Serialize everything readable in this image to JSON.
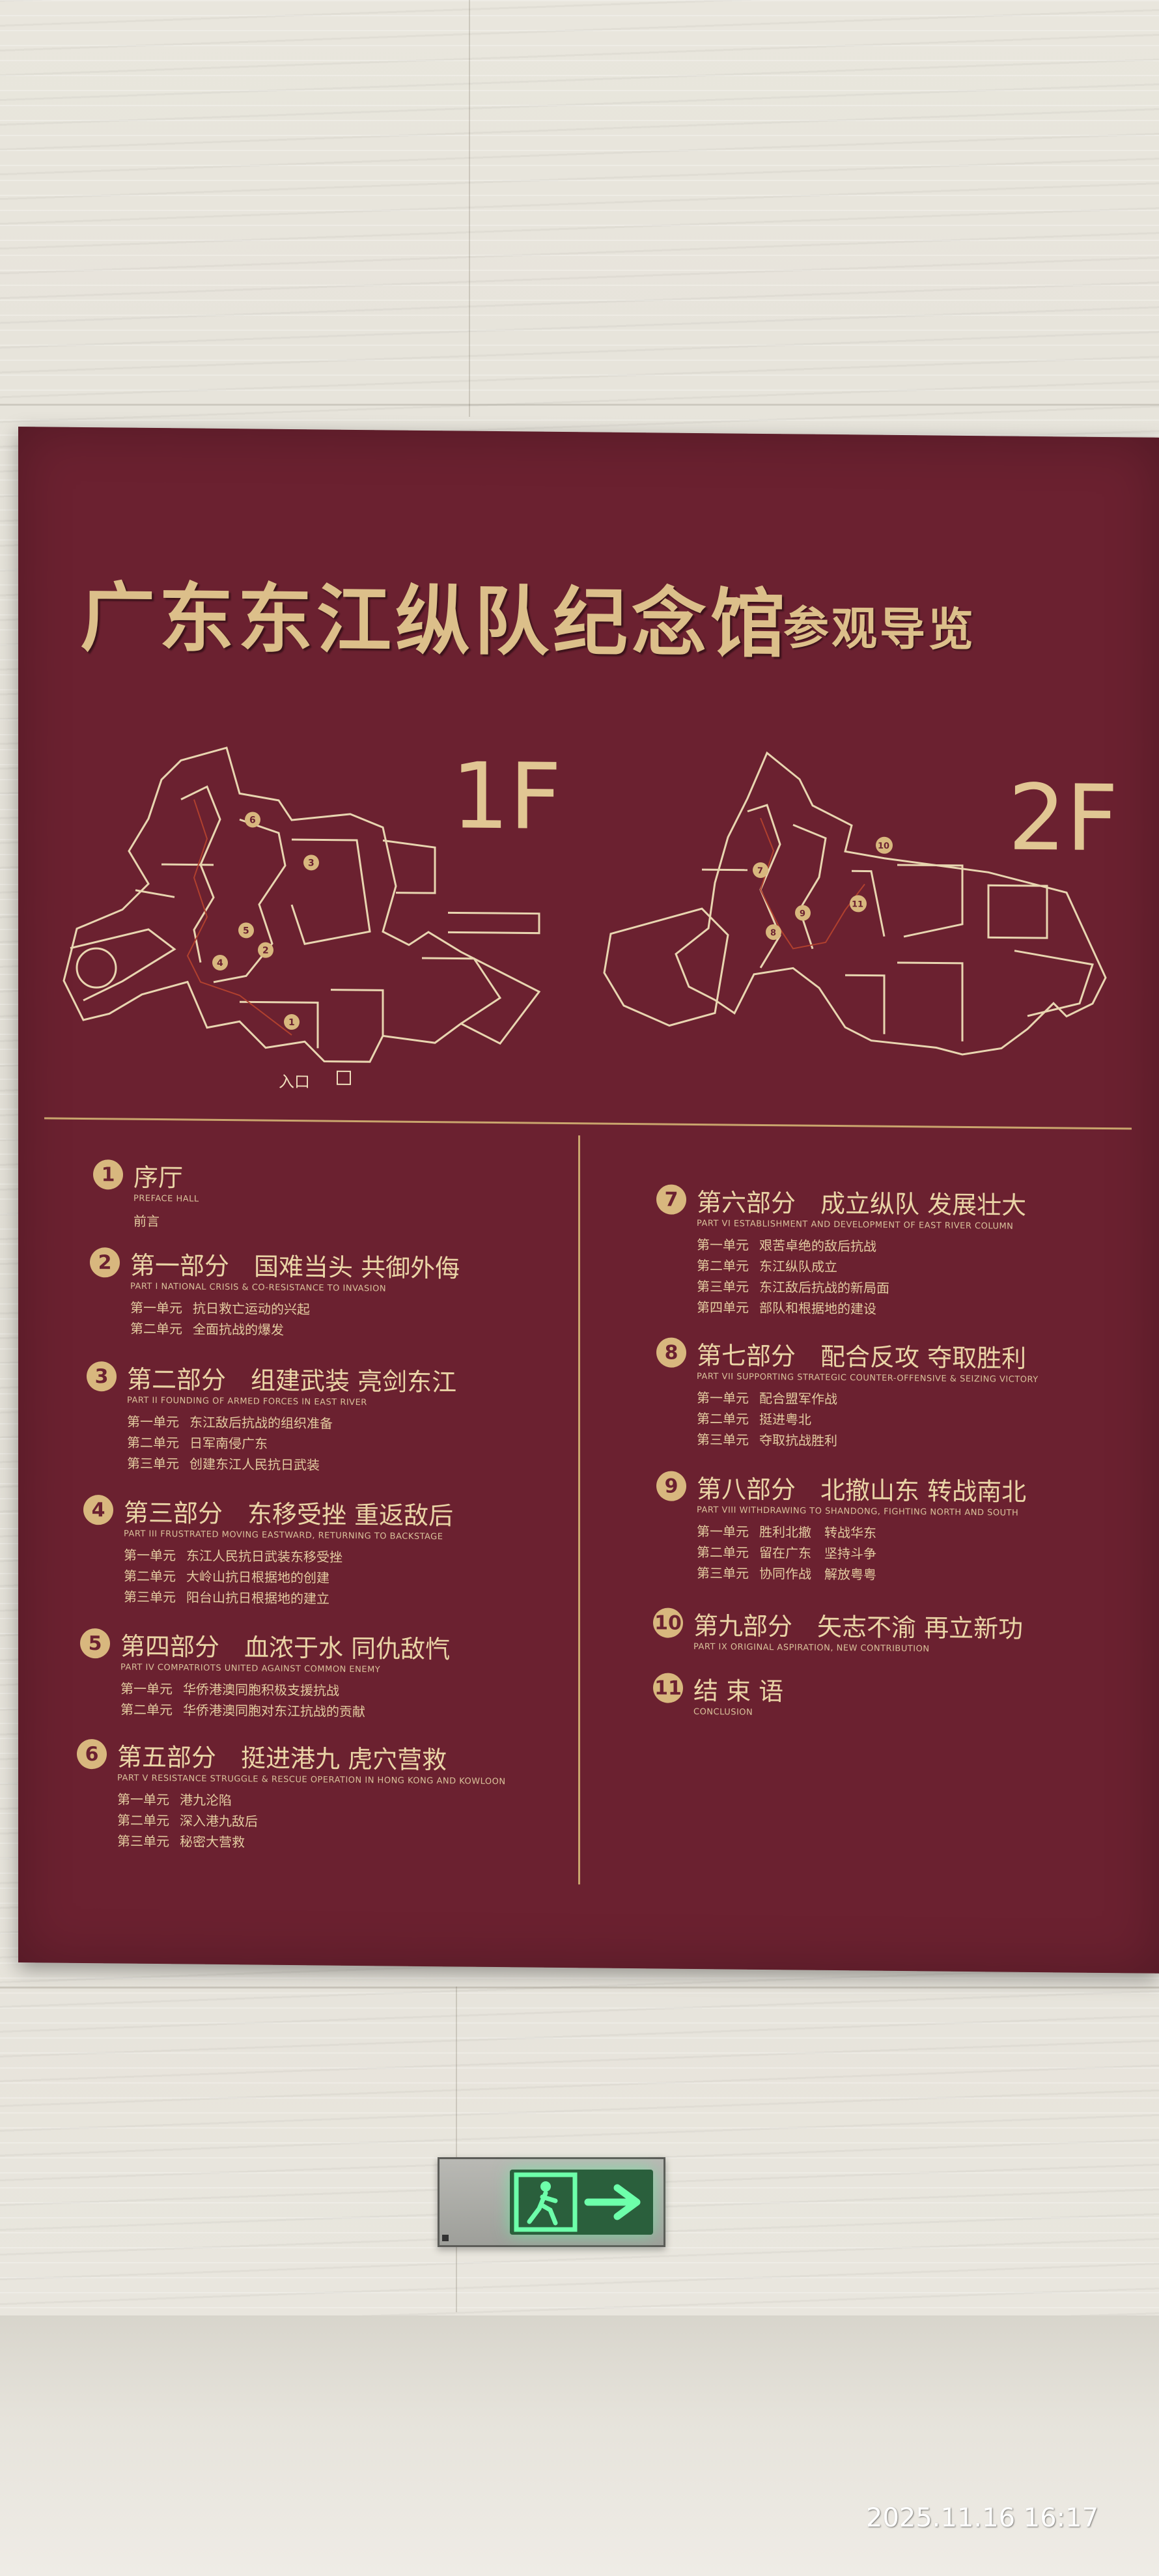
{
  "title": "广东东江纵队纪念馆",
  "title_sub": "参观导览",
  "floors": [
    {
      "label": "1F",
      "entrance": "入口"
    },
    {
      "label": "2F"
    }
  ],
  "sections_left": [
    {
      "num": "1",
      "title": "序厅",
      "eng": "PREFACE HALL",
      "units": [
        {
          "label": "前言",
          "text": ""
        }
      ]
    },
    {
      "num": "2",
      "title": "第一部分　国难当头 共御外侮",
      "eng": "PART I NATIONAL CRISIS & CO-RESISTANCE TO INVASION",
      "units": [
        {
          "label": "第一单元",
          "text": "抗日救亡运动的兴起"
        },
        {
          "label": "第二单元",
          "text": "全面抗战的爆发"
        }
      ]
    },
    {
      "num": "3",
      "title": "第二部分　组建武装 亮剑东江",
      "eng": "PART II FOUNDING OF ARMED FORCES IN EAST RIVER",
      "units": [
        {
          "label": "第一单元",
          "text": "东江敌后抗战的组织准备"
        },
        {
          "label": "第二单元",
          "text": "日军南侵广东"
        },
        {
          "label": "第三单元",
          "text": "创建东江人民抗日武装"
        }
      ]
    },
    {
      "num": "4",
      "title": "第三部分　东移受挫 重返敌后",
      "eng": "PART III FRUSTRATED MOVING EASTWARD, RETURNING TO BACKSTAGE",
      "units": [
        {
          "label": "第一单元",
          "text": "东江人民抗日武装东移受挫"
        },
        {
          "label": "第二单元",
          "text": "大岭山抗日根据地的创建"
        },
        {
          "label": "第三单元",
          "text": "阳台山抗日根据地的建立"
        }
      ]
    },
    {
      "num": "5",
      "title": "第四部分　血浓于水 同仇敌忾",
      "eng": "PART IV COMPATRIOTS UNITED AGAINST COMMON ENEMY",
      "units": [
        {
          "label": "第一单元",
          "text": "华侨港澳同胞积极支援抗战"
        },
        {
          "label": "第二单元",
          "text": "华侨港澳同胞对东江抗战的贡献"
        }
      ]
    },
    {
      "num": "6",
      "title": "第五部分　挺进港九 虎穴营救",
      "eng": "PART V RESISTANCE STRUGGLE & RESCUE OPERATION IN HONG KONG AND KOWLOON",
      "units": [
        {
          "label": "第一单元",
          "text": "港九沦陷"
        },
        {
          "label": "第二单元",
          "text": "深入港九敌后"
        },
        {
          "label": "第三单元",
          "text": "秘密大营救"
        }
      ]
    }
  ],
  "sections_right": [
    {
      "num": "7",
      "title": "第六部分　成立纵队 发展壮大",
      "eng": "PART VI ESTABLISHMENT AND DEVELOPMENT OF EAST RIVER COLUMN",
      "units": [
        {
          "label": "第一单元",
          "text": "艰苦卓绝的敌后抗战"
        },
        {
          "label": "第二单元",
          "text": "东江纵队成立"
        },
        {
          "label": "第三单元",
          "text": "东江敌后抗战的新局面"
        },
        {
          "label": "第四单元",
          "text": "部队和根据地的建设"
        }
      ]
    },
    {
      "num": "8",
      "title": "第七部分　配合反攻 夺取胜利",
      "eng": "PART VII SUPPORTING STRATEGIC COUNTER-OFFENSIVE & SEIZING VICTORY",
      "units": [
        {
          "label": "第一单元",
          "text": "配合盟军作战"
        },
        {
          "label": "第二单元",
          "text": "挺进粤北"
        },
        {
          "label": "第三单元",
          "text": "夺取抗战胜利"
        }
      ]
    },
    {
      "num": "9",
      "title": "第八部分　北撤山东 转战南北",
      "eng": "PART VIII WITHDRAWING TO SHANDONG, FIGHTING NORTH AND SOUTH",
      "units": [
        {
          "label": "第一单元",
          "text": "胜利北撤　转战华东"
        },
        {
          "label": "第二单元",
          "text": "留在广东　坚持斗争"
        },
        {
          "label": "第三单元",
          "text": "协同作战　解放粤粤"
        }
      ]
    },
    {
      "num": "10",
      "title": "第九部分　矢志不渝 再立新功",
      "eng": "PART IX ORIGINAL ASPIRATION, NEW CONTRIBUTION",
      "units": []
    },
    {
      "num": "11",
      "title": "结 束 语",
      "eng": "CONCLUSION",
      "units": []
    }
  ],
  "timestamp": "2025.11.16 16:17",
  "colors": {
    "board": "#6b2130",
    "gold": "#d8b77e",
    "exit_green": "#5cff9a"
  },
  "icons": [
    "exit-running-man-icon",
    "arrow-right-icon"
  ]
}
